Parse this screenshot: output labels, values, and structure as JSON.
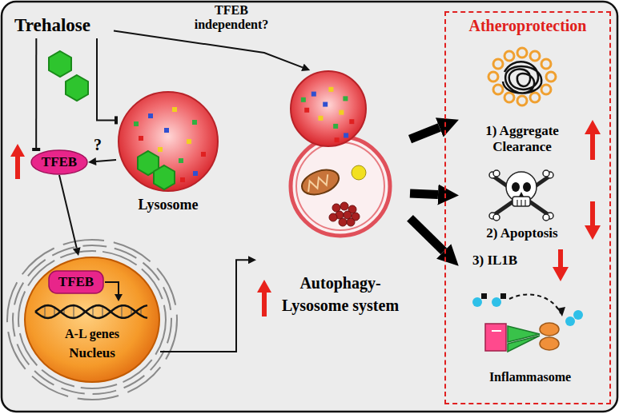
{
  "diagram": {
    "nodes": [
      {
        "text": [
          "Trehalose"
        ]
      },
      {
        "text": [
          "TFEB"
        ]
      },
      {
        "text": [
          "Lysosome"
        ]
      },
      {
        "text": [
          "A-L genes",
          "Nucleus"
        ]
      },
      {
        "text": [
          "TFEB"
        ],
        "in": 3
      },
      {
        "text": [
          "Autophagy-Lysosome system"
        ]
      },
      {
        "text": [
          "Atheroprotection"
        ]
      },
      {
        "text": [
          "1) Aggregate Clearance"
        ],
        "in": 6
      },
      {
        "text": [
          "2) Apoptosis"
        ],
        "in": 6
      },
      {
        "text": [
          "3) IL1B",
          "Inflammasome"
        ],
        "in": 6
      }
    ],
    "edges": [
      {
        "from": 0,
        "to": 1,
        "arrow": "to"
      },
      {
        "from": 0,
        "to": 2,
        "arrow": "to"
      },
      {
        "from": 2,
        "to": 1,
        "label": "?",
        "arrow": "to"
      },
      {
        "from": 1,
        "to": 3,
        "arrow": "to"
      },
      {
        "from": 0,
        "to": 5,
        "label": "TFEB independent?",
        "arrow": "to"
      },
      {
        "from": 3,
        "to": 5,
        "arrow": "to"
      },
      {
        "from": 5,
        "to": 7,
        "arrow": "to"
      },
      {
        "from": 5,
        "to": 8,
        "arrow": "to"
      },
      {
        "from": 5,
        "to": 9,
        "arrow": "to"
      }
    ]
  }
}
